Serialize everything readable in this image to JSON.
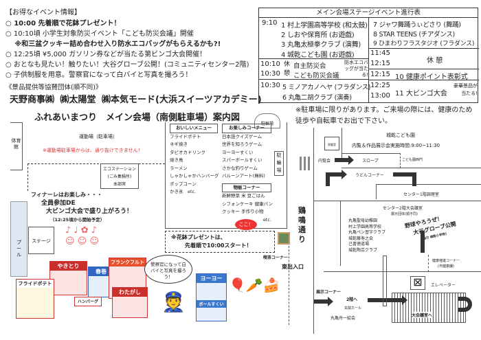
{
  "info": {
    "heading": "【お得なイベント情報】",
    "items": [
      "○ 10:00 先着順で花鉢プレゼント！",
      "○ 10:10頃 小学生対象防災イベント「こども防災会議」開催",
      "　 ※和三盆クッキー詰め合わせ入り防水エコバッグがもらえるかも?!",
      "○ 12:25頃 ¥5,000 ガソリン券などが当たる第ビンゴ大会開催！",
      "○ おとなも見たい！触りたい！大谷グローブ公開！(コミュニティセンター2階)",
      "○ 子供制服を用意。警察官になって白バイと写真を撮ろう！"
    ],
    "sponsors_label": "《景品提供等協賛団体(順不同)》",
    "sponsors": "天野商事㈱ ㈱太陽堂 ㈱本気モード(大浜スイーツアカデミー)"
  },
  "map_title": "ふれあいまつり　メイン会場（南側駐車場）案内図",
  "schedule": {
    "title": "メイン会場ステージイベント進行表",
    "left": [
      {
        "times": [
          "9:10"
        ],
        "rows": [
          "1 村上学園高等学校 (和太鼓)",
          "2 しおや保育所 (お遊戯)",
          "3 丸亀太極拳クラブ (演舞)",
          "4 城乾こども園 (お遊戯)"
        ]
      },
      {
        "times": [
          "10:10",
          "10:30"
        ],
        "label": "休憩",
        "rows": [
          "自主防災会",
          "こども防災会議"
        ],
        "badge": "防水エコバッグが当たる!"
      },
      {
        "times": [
          "10:30"
        ],
        "rows": [
          "5 ミノアカノヘヤ (フラダンス)",
          "6 丸亀二胡クラブ (演奏)"
        ]
      }
    ],
    "right": [
      {
        "rows": [
          "7 ジャワ舞踊うぃどさり (舞踊)",
          "8 STAR TEENS (チアダンス)",
          "9 ひまわりフラスタジオ (フラダンス)"
        ]
      },
      {
        "times": [
          "11:45",
          "12:15"
        ],
        "label": "休 憩"
      },
      {
        "times": [
          "12:15"
        ],
        "label": "10 健康ポイント表彰式"
      },
      {
        "times": [
          "12:25",
          "13:00"
        ],
        "label": "11 大ビンゴ大会",
        "badge": "豪華景品が当たる!"
      }
    ]
  },
  "notice": "※駐車場に限りがあります。ご来場の際には、健康のため徒歩や自転車でお出で下さい。",
  "left_map": {
    "gym": "体育館",
    "ground": "運動場（駐車場）",
    "warning": "※運動場駐車場からは、通り抜けできません！",
    "eco": [
      "エコステーション",
      "(ごみ集積所)",
      "本部席"
    ],
    "finale": [
      "フィナーレはお楽しみ・・・",
      "全員参加DE",
      "大ビンゴ大会で盛り上がろう！",
      "（12:25頃から開始予定）"
    ],
    "pool": "プール",
    "stage": "ステージ",
    "bike_parking": "駐輪場",
    "menu_title": "おいしいメニュー",
    "menu": [
      "フライドポテト",
      "ネギ焼き",
      "タピオカドリンク",
      "焼き鳥",
      "ラーメン",
      "しゃかしゃかハンバーグ",
      "ポップコーン",
      "かき氷　etc."
    ],
    "fun_title": "お楽しみコーナー",
    "fun": [
      "日本語クイズゲーム",
      "世界を知ろうゲーム",
      "ヨーヨーすくい",
      "スパーボールすくい",
      "さかな釣りゲーム",
      "バルーンアート(無料)"
    ],
    "sales_title": "物販コーナー",
    "sales": [
      "新鮮野菜 米 豆ごはん",
      "シフォンケーキ 健康パン",
      "クッキー 手作り小物"
    ],
    "etc": "etc.",
    "flower": [
      "※花鉢プレゼントは、",
      "先着順で10:00スタート！"
    ],
    "here": "ここ！",
    "cafe": "喫茶コーナー",
    "east_exit": "東出入口",
    "police_bubble": "警察官になって白バイと写真を撮ろう！",
    "stalls": [
      "やきとり",
      "フランクフルト",
      "春巻",
      "わたがし",
      "フライドポテト",
      "ハンバーグ",
      "ヨーヨー",
      "ボールすくい"
    ]
  },
  "street": "鶏鳴通り",
  "right_map": {
    "kindergarten": "城乾こども園",
    "exhibit_time": "内覧＆作品展示会実施時間:9:00~11:30",
    "small_room": "保健室",
    "naiken": "内覧会",
    "slope": "スロープ",
    "west_gate": "こども園西門",
    "udon": "うどんコーナー",
    "kitchen": "センター1階調理室",
    "hall2": "センター2階大会議室",
    "groups_label": "展示団体(順不同)",
    "groups": [
      "丸亀聖母幼稚園",
      "村上学園高等学校",
      "丸亀ペン習字クラブ",
      "城乾藤寿之会",
      "己書徳道場",
      "城乾陶芸クラブ"
    ],
    "glove": [
      "野球やろうぜ！",
      "大谷グローブ公開",
      "(協力 城乾小学校)"
    ],
    "health": [
      "健康増進コーナー",
      "(市健康課)"
    ],
    "elevator": "エレベーター",
    "exhibit_corner": "展示コーナー",
    "to2f": "2階へ",
    "entrance": "玄関ホール",
    "calligraphy": "丸亀舟一絵会",
    "to_hall": "大会議室へ"
  }
}
